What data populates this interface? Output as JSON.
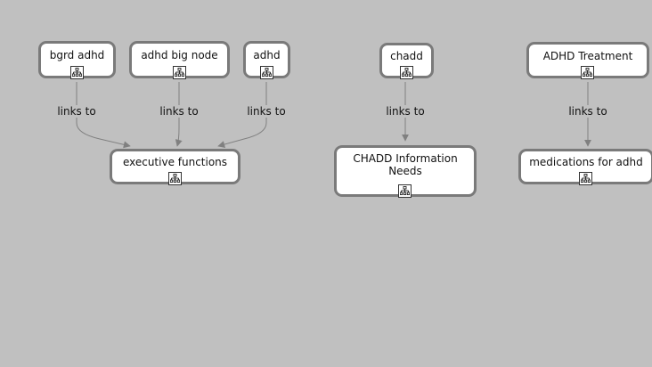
{
  "diagram": {
    "nodes": {
      "bgrd_adhd": {
        "label": "bgrd adhd"
      },
      "adhd_big_node": {
        "label": "adhd big node"
      },
      "adhd": {
        "label": "adhd"
      },
      "executive_functions": {
        "label": "executive functions"
      },
      "chadd": {
        "label": "chadd"
      },
      "chadd_information_needs": {
        "label": "CHADD Information Needs"
      },
      "adhd_treatment": {
        "label": "ADHD Treatment"
      },
      "medications_for_adhd": {
        "label": "medications for adhd"
      }
    },
    "edges": [
      {
        "from": "bgrd adhd",
        "to": "executive functions",
        "label": "links to"
      },
      {
        "from": "adhd big node",
        "to": "executive functions",
        "label": "links to"
      },
      {
        "from": "adhd",
        "to": "executive functions",
        "label": "links to"
      },
      {
        "from": "chadd",
        "to": "CHADD Information Needs",
        "label": "links to"
      },
      {
        "from": "ADHD Treatment",
        "to": "medications for adhd",
        "label": "links to"
      }
    ],
    "colors": {
      "background": "#c0c0c0",
      "node_fill": "#ffffff",
      "node_border": "#7a7a7a",
      "edge": "#808080"
    },
    "node_icon": "hierarchy-icon"
  }
}
